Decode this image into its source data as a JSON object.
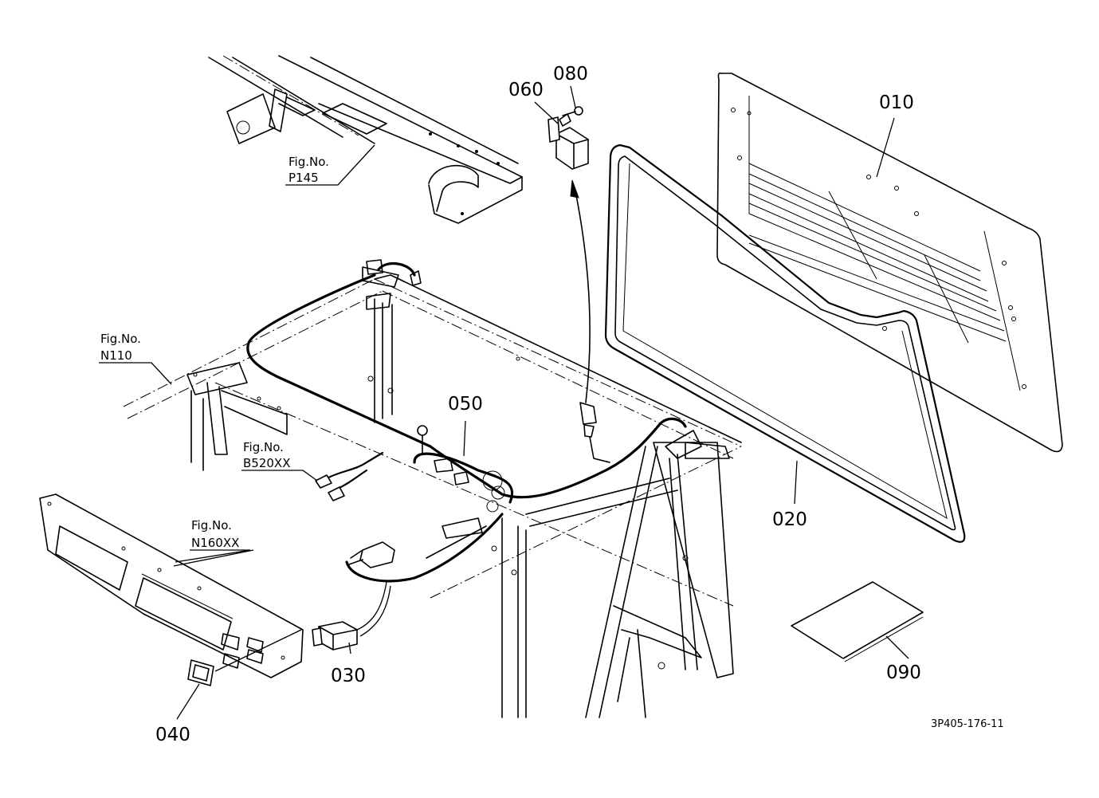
{
  "part_labels": {
    "p010": "010",
    "p020": "020",
    "p030": "030",
    "p040": "040",
    "p050": "050",
    "p060": "060",
    "p080": "080",
    "p090": "090"
  },
  "figure_refs": {
    "p145": {
      "prefix": "Fig.No.",
      "number": "P145"
    },
    "n110": {
      "prefix": "Fig.No.",
      "number": "N110"
    },
    "b520": {
      "prefix": "Fig.No.",
      "number": "B520XX"
    },
    "n160": {
      "prefix": "Fig.No.",
      "number": "N160XX"
    }
  },
  "drawing_code": "3P405-176-11"
}
